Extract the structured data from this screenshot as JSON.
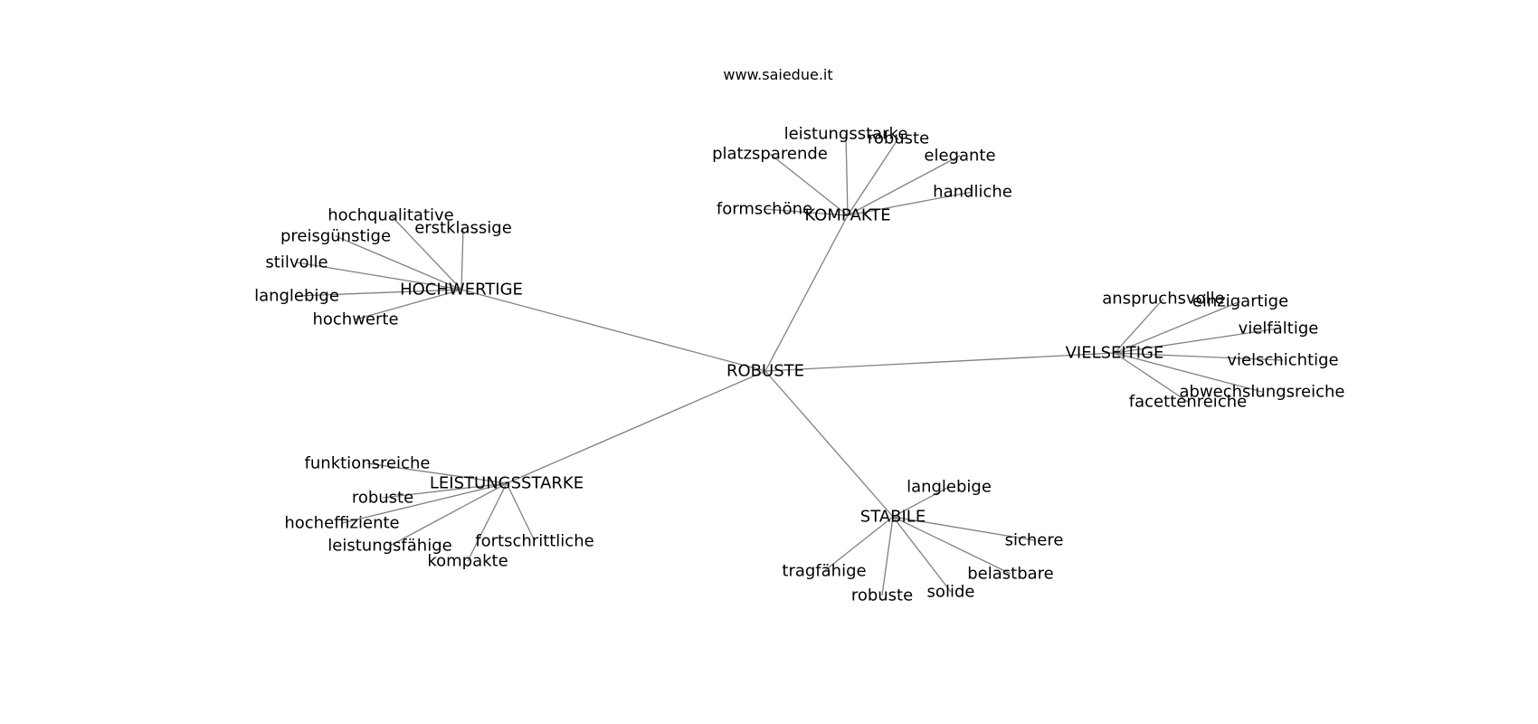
{
  "header": {
    "site": "www.saiedue.it"
  },
  "graph": {
    "root": "ROBUSTE",
    "hubs": [
      {
        "label": "KOMPAKTE",
        "leaves": [
          "leistungsstarke",
          "robuste",
          "platzsparende",
          "elegante",
          "handliche",
          "formschöne"
        ]
      },
      {
        "label": "HOCHWERTIGE",
        "leaves": [
          "hochqualitative",
          "erstklassige",
          "preisgünstige",
          "stilvolle",
          "langlebige",
          "hochwerte"
        ]
      },
      {
        "label": "VIELSEITIGE",
        "leaves": [
          "anspruchsvolle",
          "einzigartige",
          "vielfältige",
          "vielschichtige",
          "abwechslungsreiche",
          "facettenreiche"
        ]
      },
      {
        "label": "LEISTUNGSSTARKE",
        "leaves": [
          "funktionsreiche",
          "robuste",
          "hocheffiziente",
          "leistungsfähige",
          "fortschrittliche",
          "kompakte"
        ]
      },
      {
        "label": "STABILE",
        "leaves": [
          "langlebige",
          "sichere",
          "belastbare",
          "solide",
          "robuste",
          "tragfähige"
        ]
      }
    ]
  }
}
